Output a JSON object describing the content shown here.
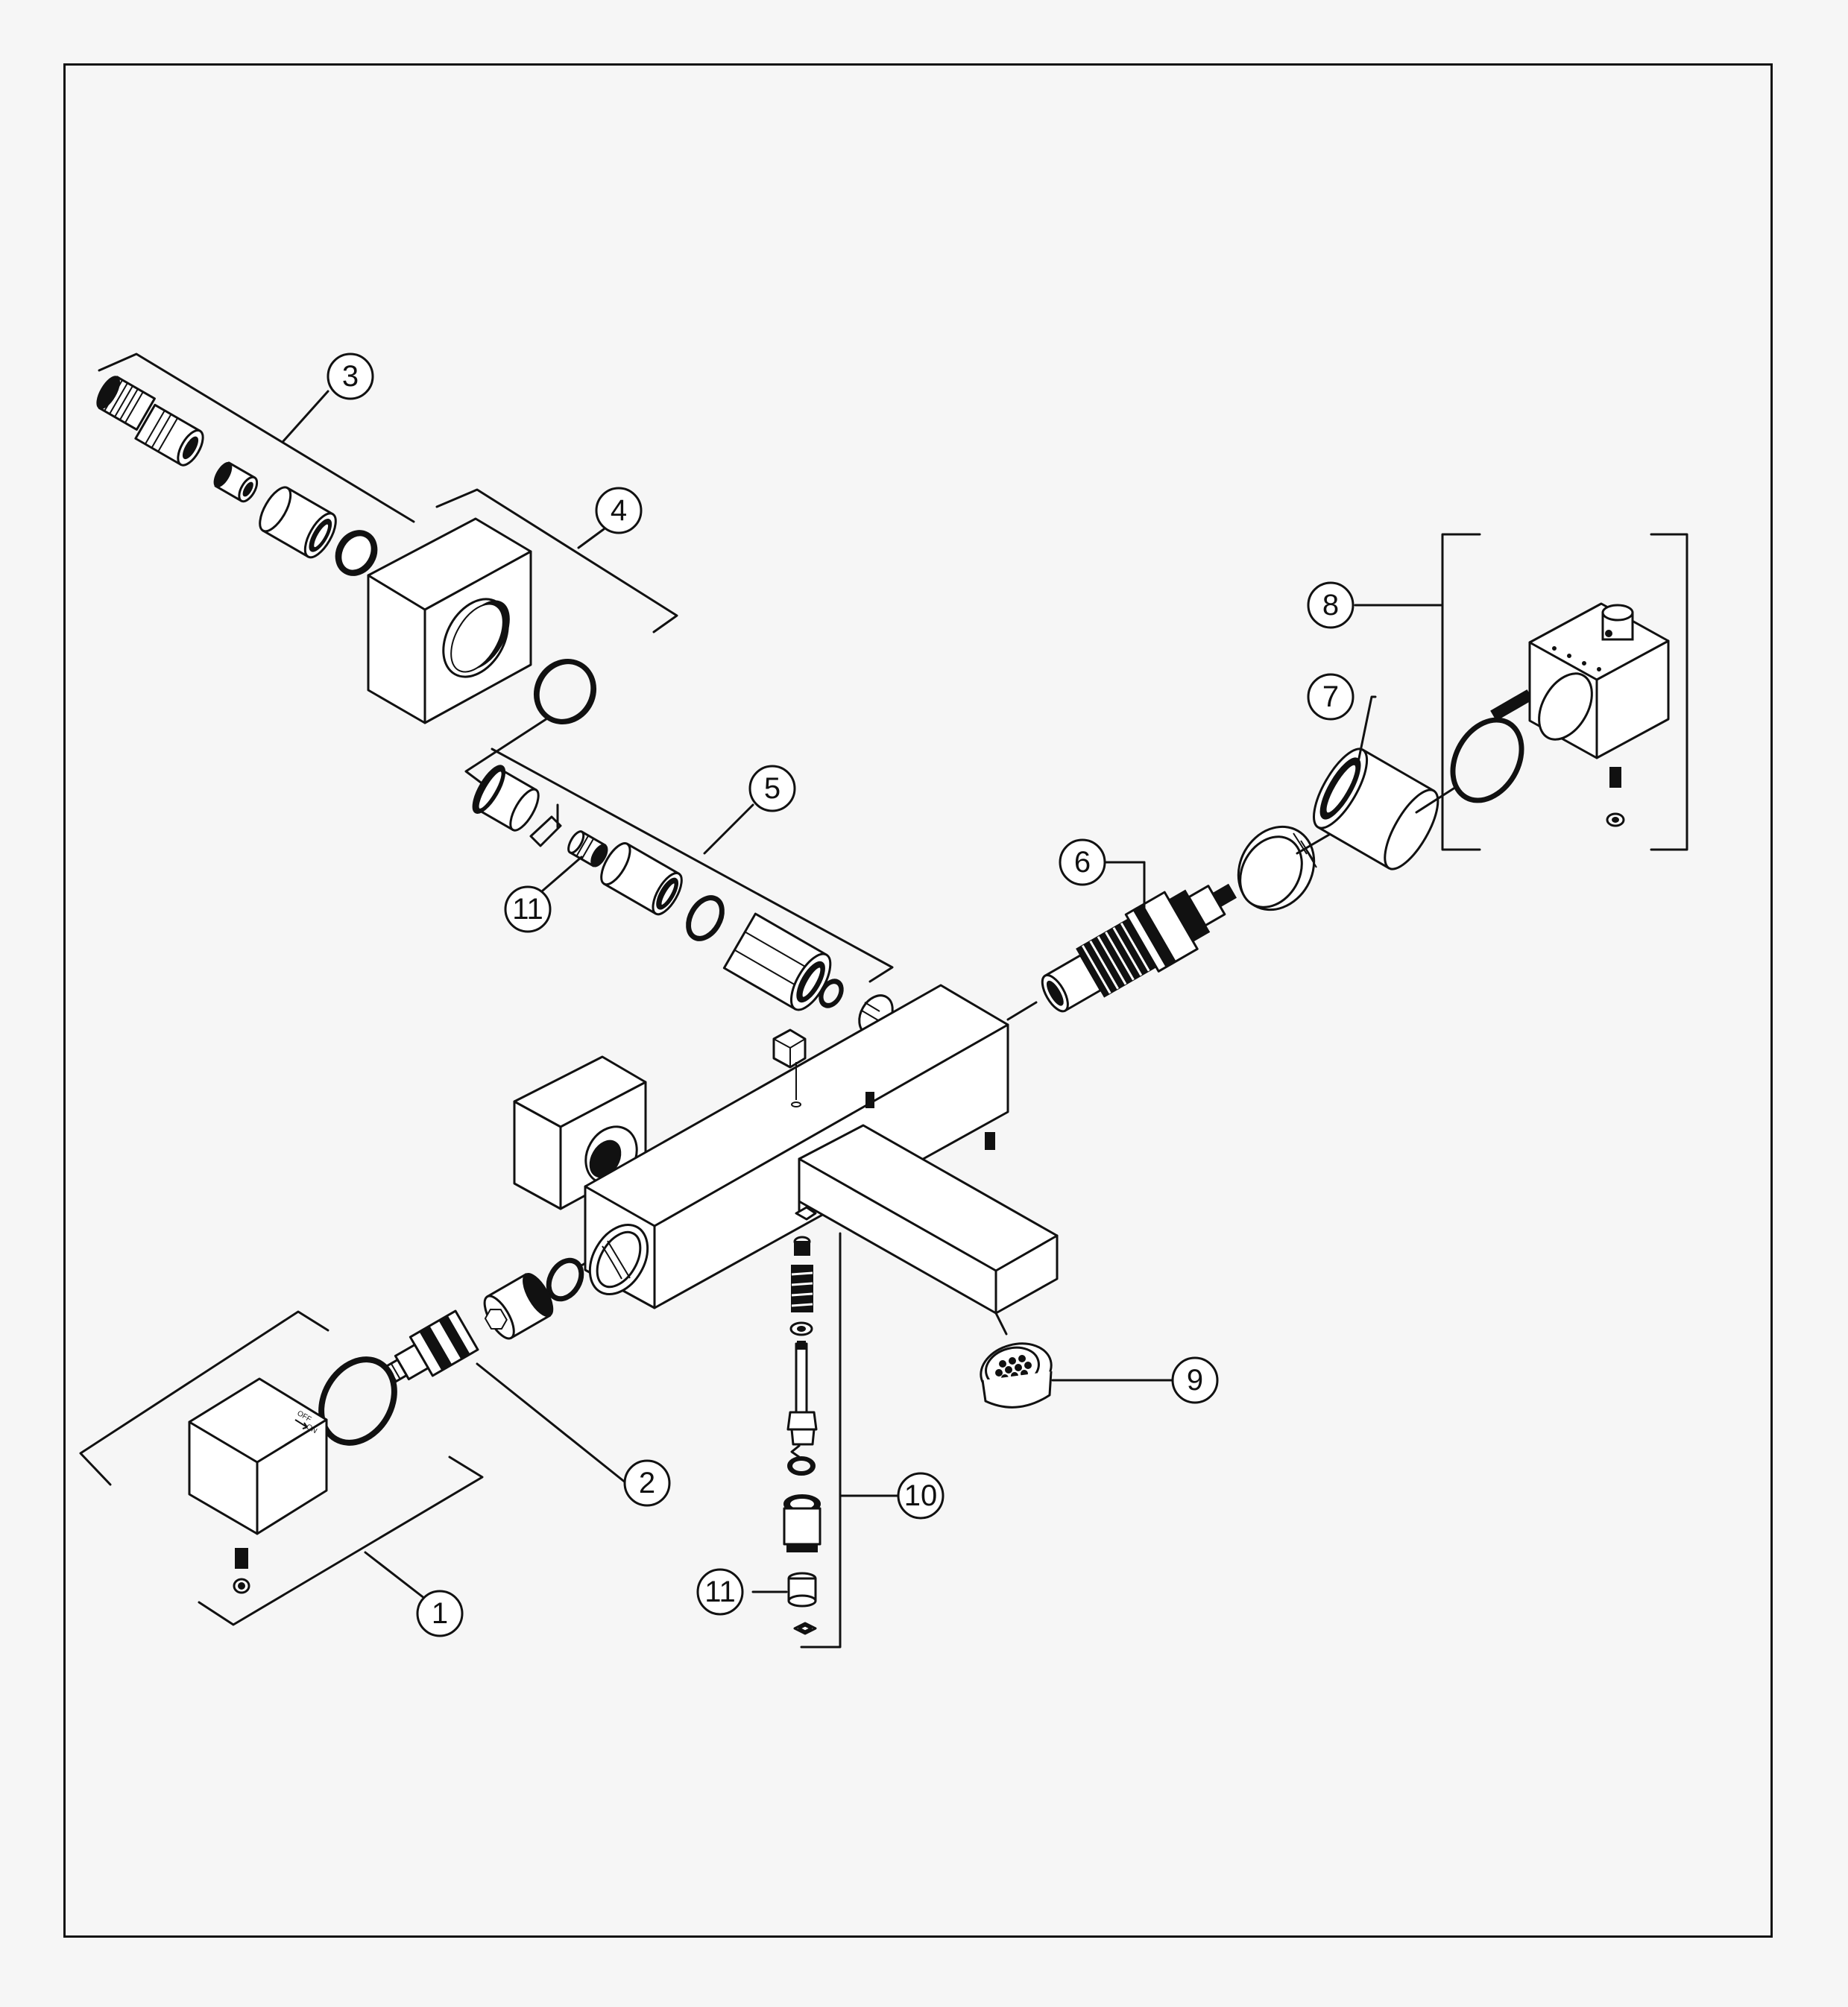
{
  "callouts": [
    {
      "id": "1",
      "label": "1"
    },
    {
      "id": "2",
      "label": "2"
    },
    {
      "id": "3",
      "label": "3"
    },
    {
      "id": "4",
      "label": "4"
    },
    {
      "id": "5",
      "label": "5"
    },
    {
      "id": "6",
      "label": "6"
    },
    {
      "id": "7",
      "label": "7"
    },
    {
      "id": "8",
      "label": "8"
    },
    {
      "id": "9",
      "label": "9"
    },
    {
      "id": "10",
      "label": "10"
    },
    {
      "id": "11a",
      "label": "11"
    },
    {
      "id": "11b",
      "label": "11"
    }
  ],
  "handle_marks": {
    "off": "OFF",
    "on": "ON"
  },
  "colors": {
    "line": "#111111",
    "paper": "#f6f6f6"
  }
}
